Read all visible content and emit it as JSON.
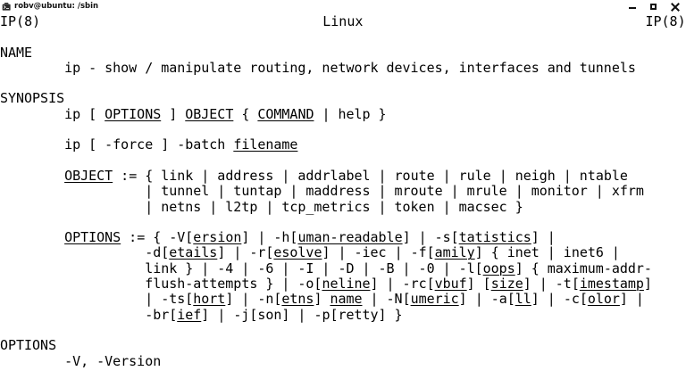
{
  "window": {
    "title": "robv@ubuntu: /sbin",
    "icon": "terminal-icon",
    "controls": {
      "minimize": "minimize-button",
      "maximize": "maximize-button",
      "close": "close-button"
    },
    "background": "#ffffff",
    "foreground": "#000000"
  },
  "manpage": {
    "header": {
      "left": "IP(8)",
      "center": "Linux",
      "right": "IP(8)"
    },
    "sections": [
      {
        "title": "NAME",
        "lines": [
          "        ip - show / manipulate routing, network devices, interfaces and tunnels"
        ]
      },
      {
        "title": "SYNOPSIS",
        "lines": [
          "        ip [ OPTIONS ] OBJECT { COMMAND | help }",
          "",
          "        ip [ -force ] -batch filename",
          "",
          "        OBJECT := { link | address | addrlabel | route | rule | neigh | ntable",
          "                  | tunnel | tuntap | maddress | mroute | mrule | monitor | xfrm",
          "                  | netns | l2tp | tcp_metrics | token | macsec }",
          "",
          "        OPTIONS := { -V[ersion] | -h[uman-readable] | -s[tatistics] |",
          "                  -d[etails] | -r[esolve] | -iec | -f[amily] { inet | inet6 |",
          "                  link } | -4 | -6 | -I | -D | -B | -0 | -l[oops] { maximum-addr-",
          "                  flush-attempts } | -o[neline] | -rc[vbuf] [size] | -t[imestamp]",
          "                  | -ts[hort] | -n[etns] name | -N[umeric] | -a[ll] | -c[olor] |",
          "                  -br[ief] | -j[son] | -p[retty] }"
        ]
      },
      {
        "title": "OPTIONS",
        "lines": [
          "        -V, -Version"
        ]
      }
    ],
    "underlined_tokens": [
      "OPTIONS",
      "OBJECT",
      "COMMAND",
      "filename",
      "ersion",
      "uman-readable",
      "tatistics",
      "etails",
      "esolve",
      "amily",
      "oops",
      "neline",
      "vbuf",
      "size",
      "imestamp",
      "hort",
      "etns",
      "name",
      "umeric",
      "ll",
      "olor",
      "ief"
    ]
  }
}
